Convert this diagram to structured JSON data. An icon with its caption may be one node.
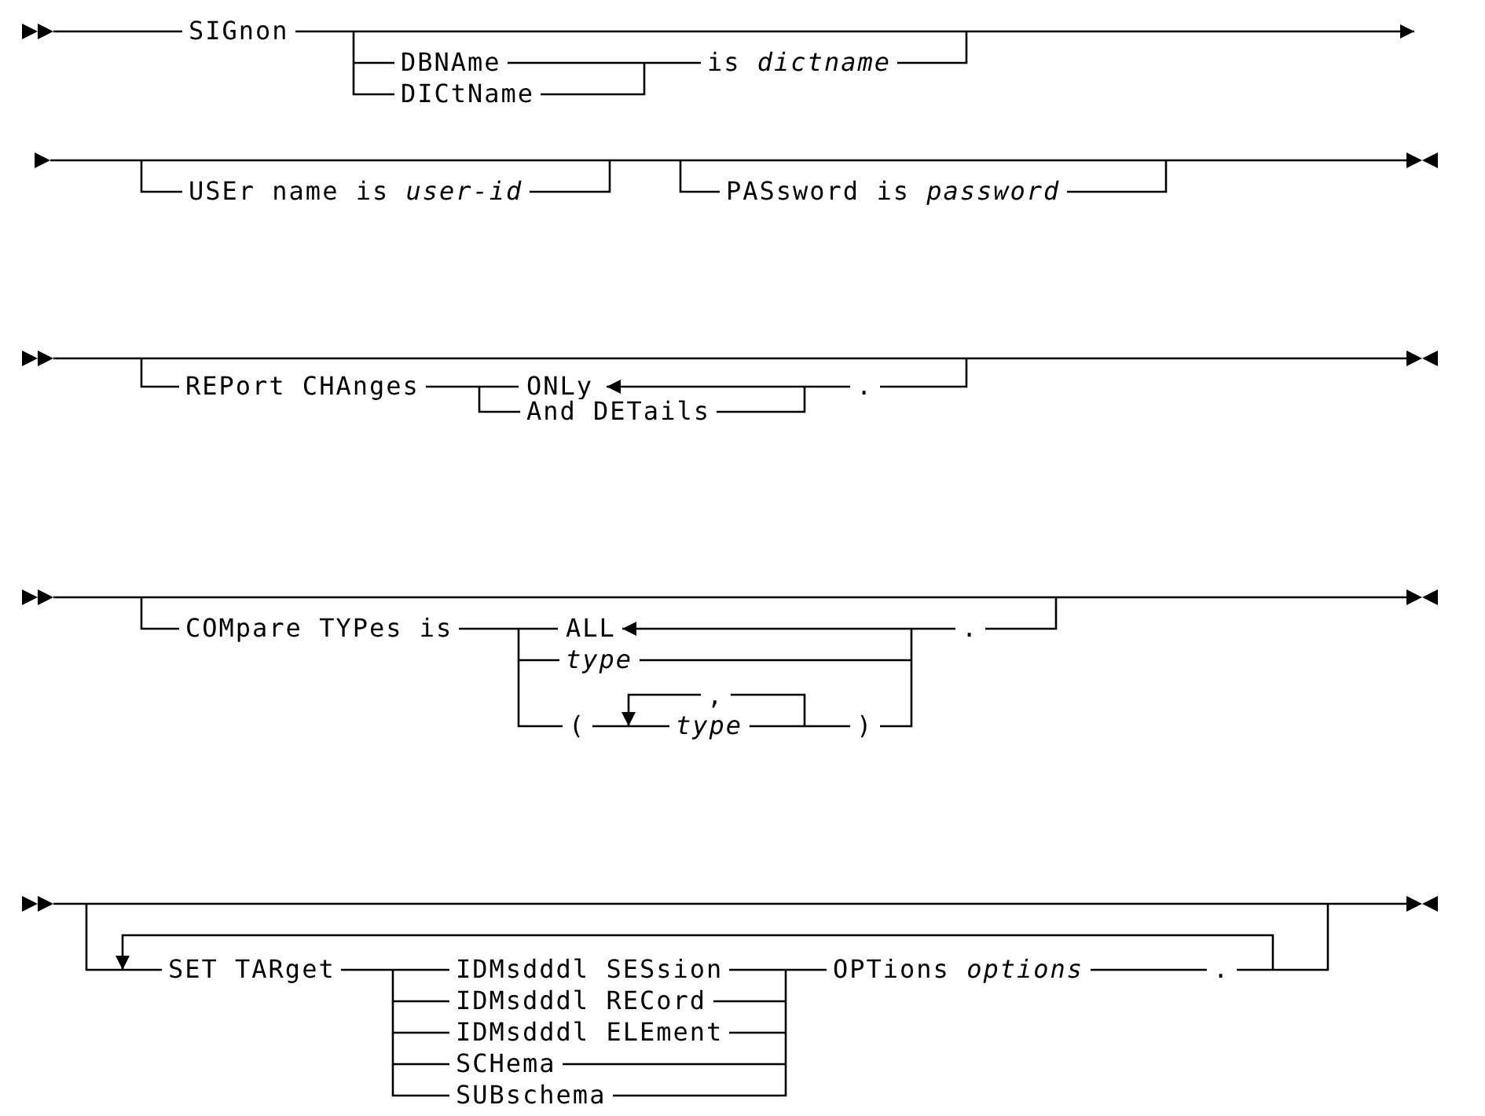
{
  "diagram": {
    "labels": [
      "SIGnon",
      "DBNAme",
      "DICtName",
      "is *dictname*",
      "USEr name is *user-id*",
      "PASsword is *password*",
      "REPort CHAnges",
      "ONLy",
      "And DETails",
      ".",
      "COMpare TYPes is",
      "ALL",
      ".",
      "type",
      ",",
      "(",
      "type",
      ")",
      "SET TARget",
      "IDMsdddl SESsion",
      "OPTions *options*",
      ".",
      "IDMsdddl RECord",
      "IDMsdddl ELEment",
      "SCHema",
      "SUBschema"
    ]
  }
}
